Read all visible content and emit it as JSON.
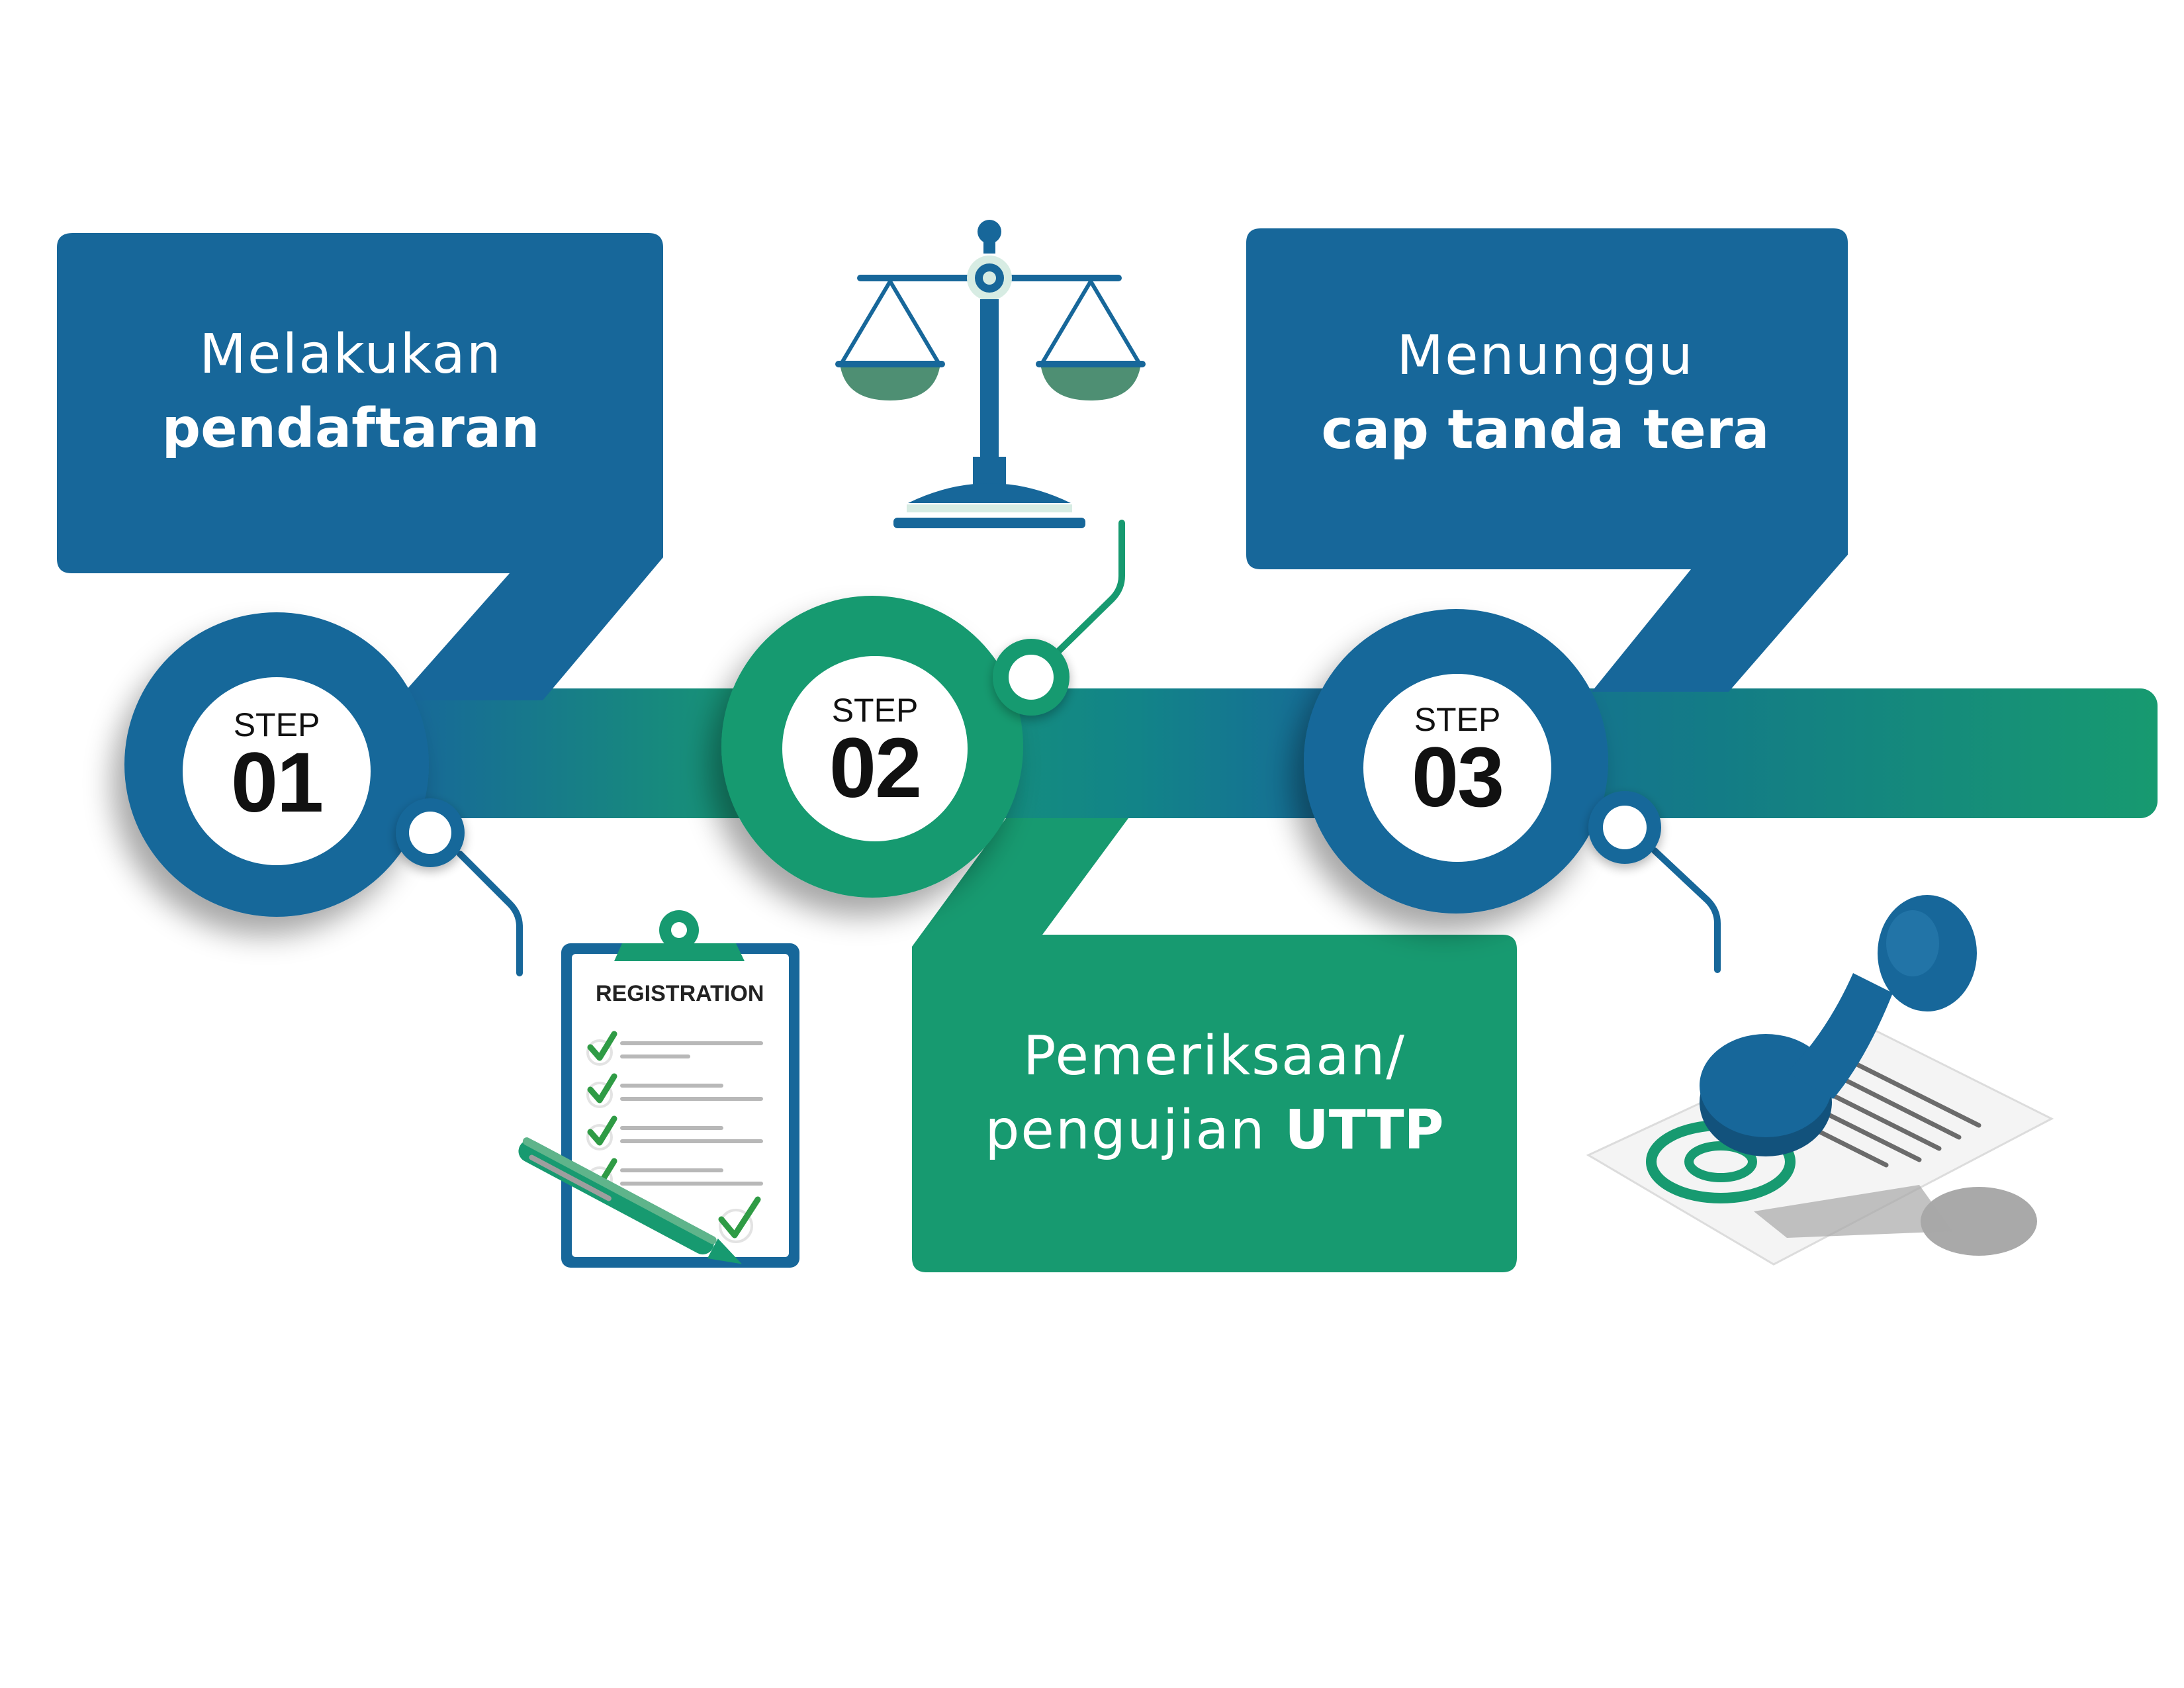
{
  "colors": {
    "blue": "#17679a",
    "green": "#179a70",
    "teal_mid": "#128488",
    "white": "#ffffff",
    "number_text": "#111111"
  },
  "steps": [
    {
      "label": "STEP",
      "number": "01",
      "text_line1": "Melakukan",
      "text_line2": "pendaftaran",
      "color": "#17679a",
      "icon": "clipboard-icon"
    },
    {
      "label": "STEP",
      "number": "02",
      "text_line1": "Pemeriksaan/",
      "text_line2_regular": "pengujian",
      "text_line2_bold": "UTTP",
      "color": "#179a70",
      "icon": "balance-scale-icon"
    },
    {
      "label": "STEP",
      "number": "03",
      "text_line1": "Menunggu",
      "text_line2": "cap tanda tera",
      "color": "#17679a",
      "icon": "stamp-icon"
    }
  ],
  "clipboard": {
    "title": "REGISTRATION"
  }
}
